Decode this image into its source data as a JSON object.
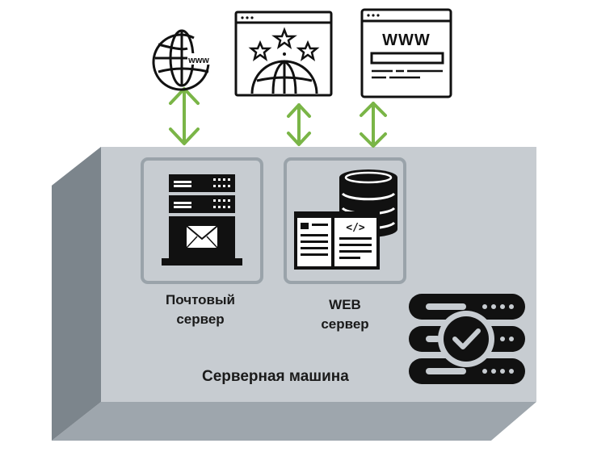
{
  "diagram": {
    "machine_label": "Серверная машина",
    "mail_server": {
      "line1": "Почтовый",
      "line2": "сервер"
    },
    "web_server": {
      "line1": "WEB",
      "line2": "сервер"
    },
    "globe_badge": "www",
    "browser_badge": "WWW"
  },
  "colors": {
    "box_front": "#c7ccd1",
    "box_top": "#9ea6ad",
    "box_side": "#7c858c",
    "arrow": "#7ab547",
    "card_border": "#9aa3aa",
    "icon": "#111111"
  }
}
